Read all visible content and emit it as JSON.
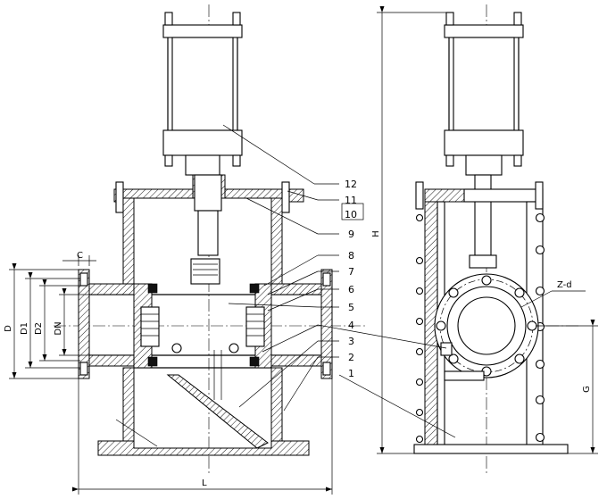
{
  "part_numbers": [
    "1",
    "2",
    "3",
    "4",
    "5",
    "6",
    "7",
    "8",
    "9",
    "10",
    "11",
    "12"
  ],
  "dimensions": {
    "C": "C",
    "D": "D",
    "D1": "D1",
    "D2": "D2",
    "DN": "DN",
    "L": "L",
    "H": "H",
    "G": "G",
    "Zd": "Z-d"
  }
}
